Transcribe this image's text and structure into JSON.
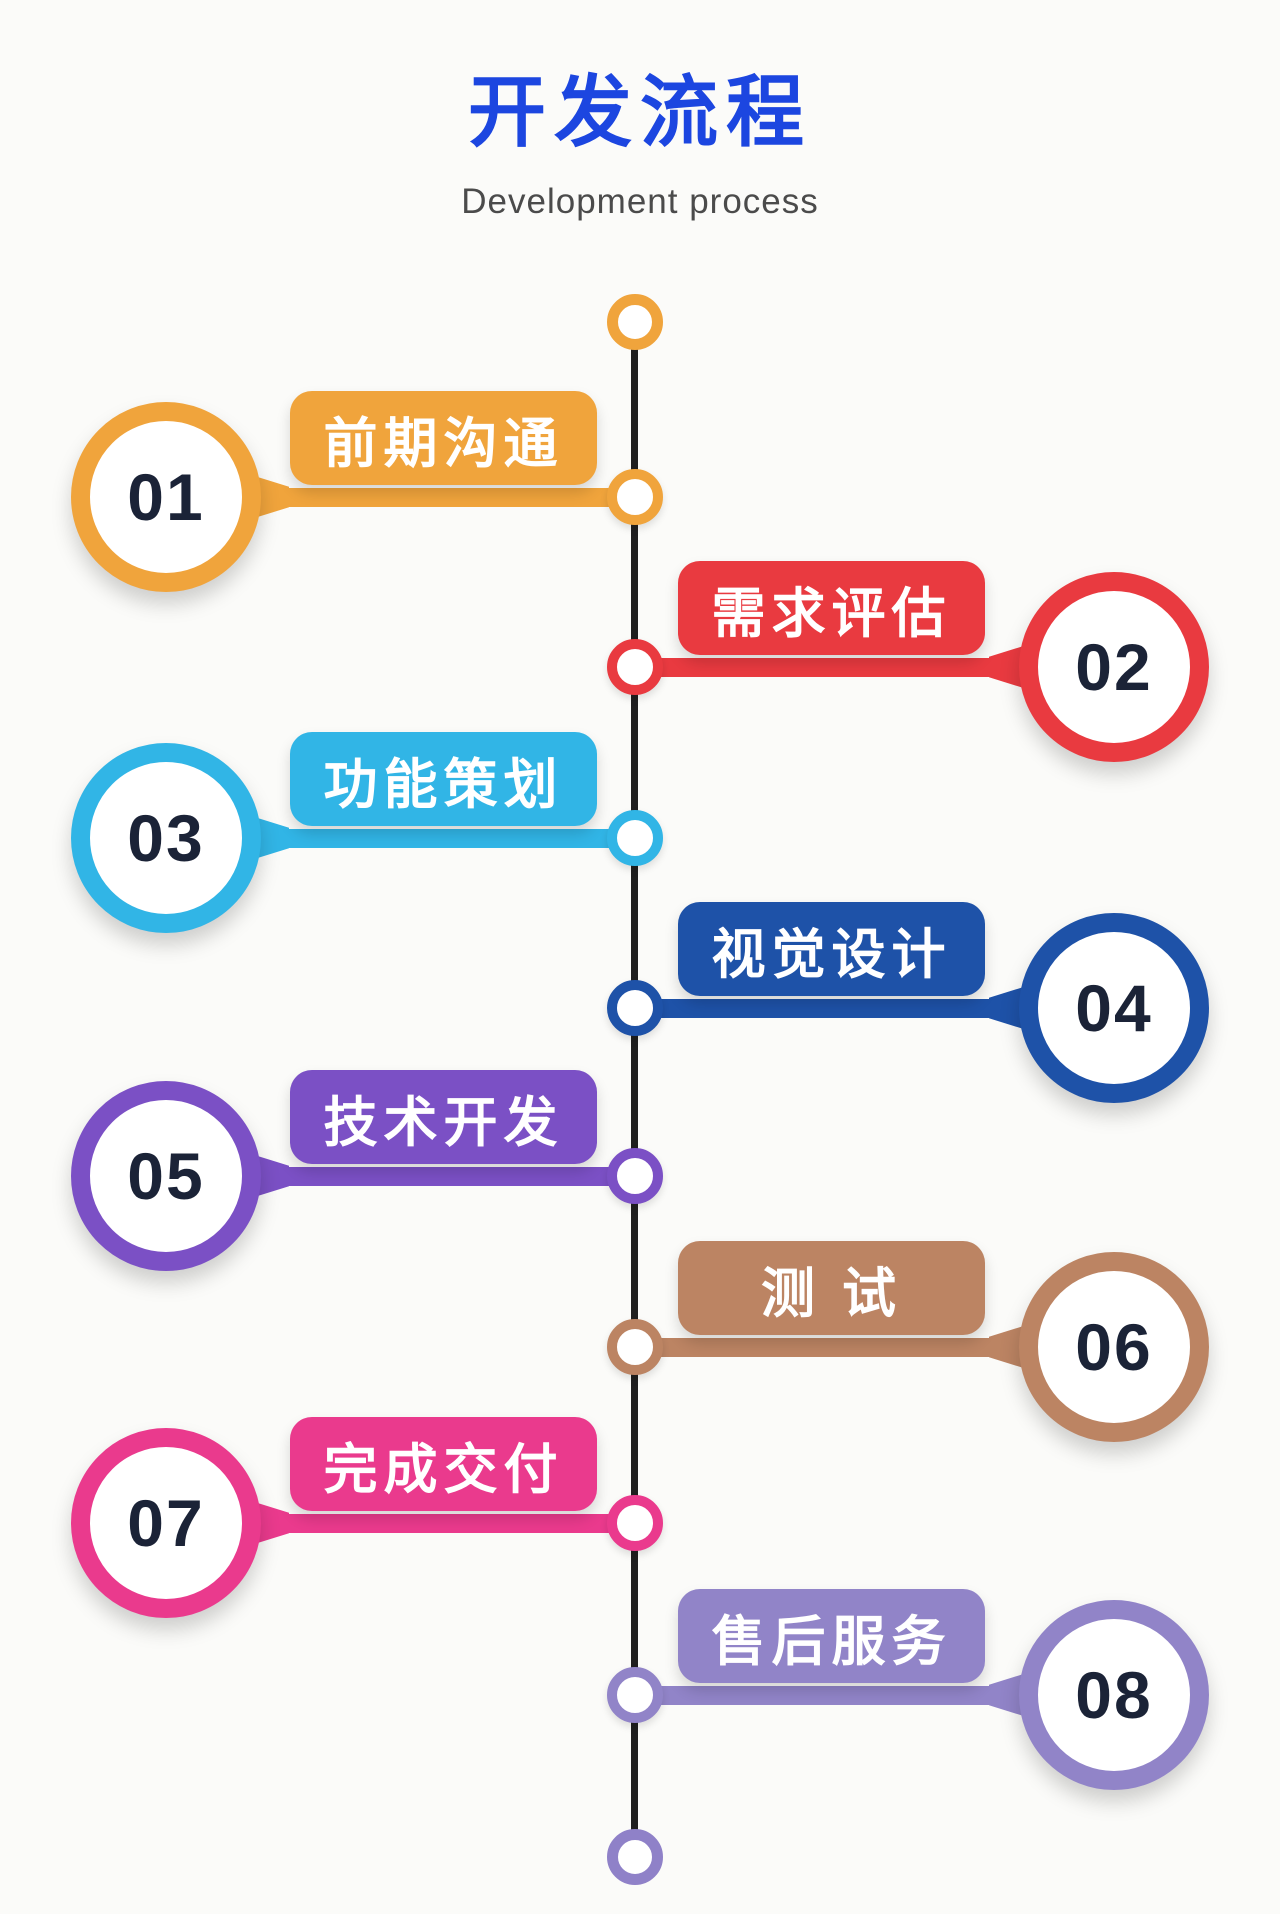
{
  "header": {
    "title": "开发流程",
    "subtitle": "Development process",
    "title_color": "#1C46E0",
    "subtitle_color": "#4B4B4B"
  },
  "timeline": {
    "line_color": "#1F1F1F",
    "start_ring_color": "#F0A43C",
    "end_ring_color": "#8F81C8",
    "number_color": "#1B2337",
    "label_text_color": "#FFFFFF",
    "steps": [
      {
        "number": "01",
        "label": "前期沟通",
        "side": "left",
        "color": "#F0A43C"
      },
      {
        "number": "02",
        "label": "需求评估",
        "side": "right",
        "color": "#E93A40"
      },
      {
        "number": "03",
        "label": "功能策划",
        "side": "left",
        "color": "#31B5E6"
      },
      {
        "number": "04",
        "label": "视觉设计",
        "side": "right",
        "color": "#1E52A8"
      },
      {
        "number": "05",
        "label": "技术开发",
        "side": "left",
        "color": "#7B50C5"
      },
      {
        "number": "06",
        "label": "测 试",
        "side": "right",
        "color": "#BC8463"
      },
      {
        "number": "07",
        "label": "完成交付",
        "side": "left",
        "color": "#EA3A8D"
      },
      {
        "number": "08",
        "label": "售后服务",
        "side": "right",
        "color": "#9184C8"
      }
    ]
  },
  "background_color": "#FBFBF9"
}
